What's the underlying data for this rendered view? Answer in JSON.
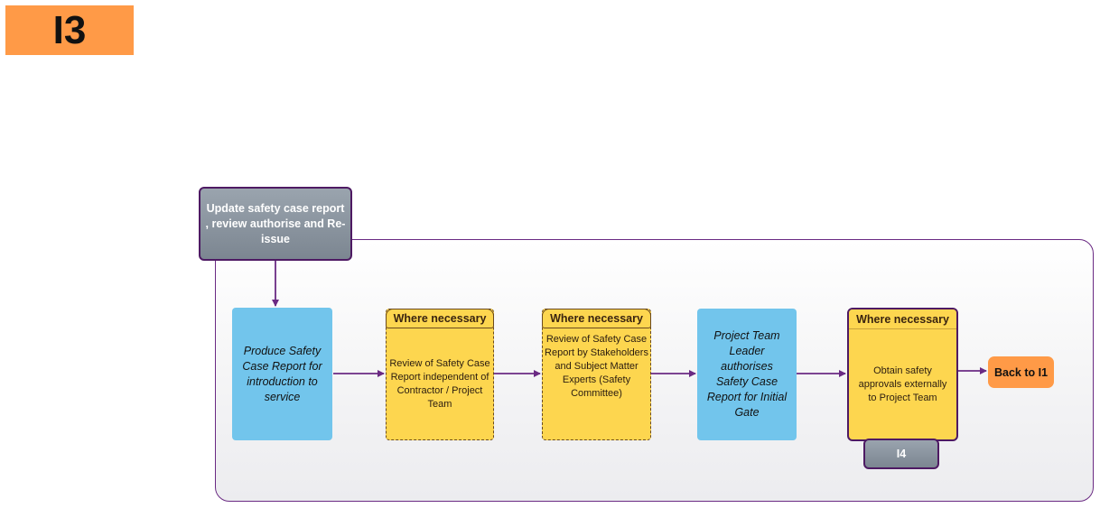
{
  "page_id": "I3",
  "header_box": {
    "text": "Update safety case report , review authorise and Re-issue"
  },
  "steps": [
    {
      "text": "Produce Safety Case Report for introduction to service"
    },
    {
      "tab": "Where necessary",
      "text": "Review of Safety Case Report independent of Contractor / Project Team"
    },
    {
      "tab": "Where necessary",
      "text": "Review of Safety Case Report by Stakeholders and Subject Matter Experts (Safety Committee)"
    },
    {
      "text": "Project Team Leader authorises Safety Case Report for Initial Gate"
    },
    {
      "tab": "Where necessary",
      "text": "Obtain safety approvals externally to Project Team"
    }
  ],
  "sub_link": {
    "text": "I4"
  },
  "back_link": {
    "text": "Back to I1"
  },
  "colors": {
    "accent_orange": "#ff9a47",
    "frame_purple": "#6a2a83",
    "blue_step": "#72c5ec",
    "yellow_step": "#fdd64f",
    "grey_box": "#8a949e"
  }
}
